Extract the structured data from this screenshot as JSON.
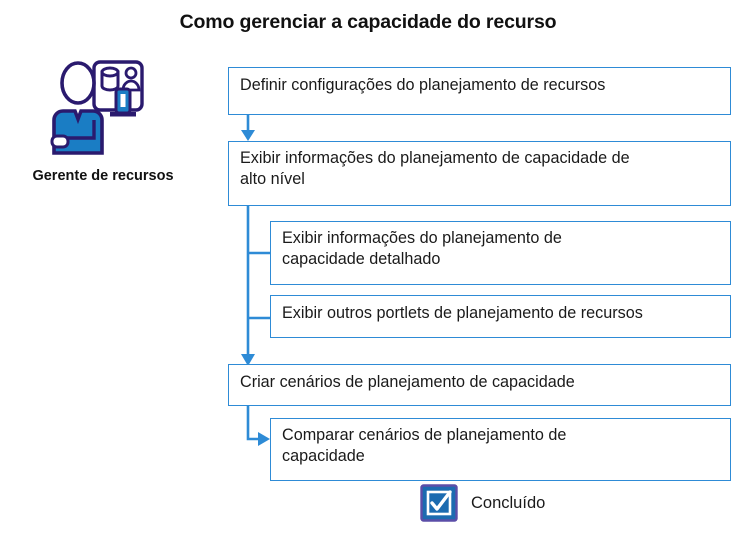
{
  "title": "Como gerenciar a capacidade do recurso",
  "actor": {
    "label": "Gerente de recursos",
    "icon": "resource-manager-presenter-icon"
  },
  "colors": {
    "box_border": "#2E8BD6",
    "connector": "#2E8BD6",
    "box_fill": "#FFFFFF",
    "icon_outline": "#2A1A6E",
    "icon_fill": "#1A7DC4",
    "title_text": "#111111",
    "body_text": "#1A1A1A"
  },
  "flow": {
    "steps": [
      {
        "id": "definir-configuracoes",
        "label": "Definir configurações do planejamento de recursos",
        "level": 0,
        "lines": 1
      },
      {
        "id": "exibir-informacoes-alto-nivel",
        "label": "Exibir informações do planejamento de capacidade de\nalto nível",
        "level": 0,
        "lines": 2
      },
      {
        "id": "exibir-informacoes-detalhado",
        "label": "Exibir informações do planejamento de\ncapacidade detalhado",
        "level": 1,
        "lines": 2
      },
      {
        "id": "exibir-outros-portlets",
        "label": "Exibir outros portlets de planejamento de recursos",
        "level": 1,
        "lines": 1
      },
      {
        "id": "criar-cenarios",
        "label": "Criar cenários de planejamento de capacidade",
        "level": 0,
        "lines": 1
      },
      {
        "id": "comparar-cenarios",
        "label": "Comparar cenários de planejamento de\ncapacidade",
        "level": 1,
        "lines": 2
      }
    ]
  },
  "legend": {
    "icon": "checkbox-checked-icon",
    "label": "Concluído"
  }
}
